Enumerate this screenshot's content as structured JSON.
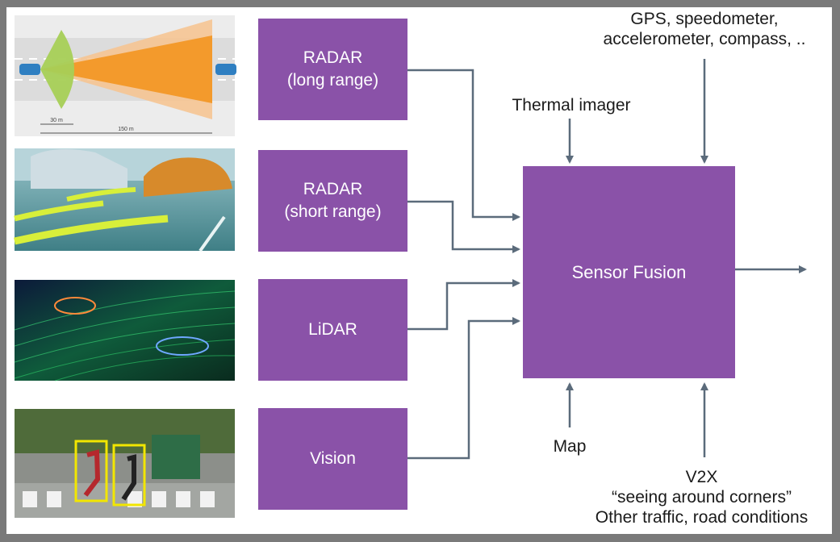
{
  "sensors": [
    {
      "line1": "RADAR",
      "line2": "(long range)"
    },
    {
      "line1": "RADAR",
      "line2": "(short range)"
    },
    {
      "line1": "LiDAR",
      "line2": ""
    },
    {
      "line1": "Vision",
      "line2": ""
    }
  ],
  "fusion": {
    "label": "Sensor Fusion"
  },
  "inputs": {
    "gps_line1": "GPS, speedometer,",
    "gps_line2": "accelerometer, compass, ..",
    "thermal": "Thermal imager",
    "map": "Map",
    "v2x_line1": "V2X",
    "v2x_line2": "“seeing around corners”",
    "v2x_line3": "Other traffic, road conditions"
  },
  "radar_diagram": {
    "short_distance": "30 m",
    "long_distance": "150 m"
  },
  "colors": {
    "box": "#8a52a8",
    "arrow": "#5b6b7b",
    "frame": "#7a7a7a"
  }
}
